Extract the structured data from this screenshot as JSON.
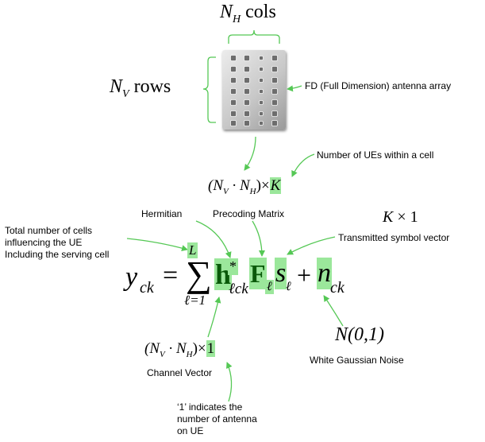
{
  "diagram": {
    "nh_label": {
      "sym": "N",
      "sub": "H",
      "text": "cols"
    },
    "nv_label": {
      "sym": "N",
      "sub": "V",
      "text": "rows"
    },
    "array_label": "FD (Full Dimension) antenna array",
    "ue_label": "Number of UEs within a cell",
    "precoding_dim": {
      "open": "(N",
      "sub1": "V",
      "dot": " · N",
      "sub2": "H",
      "close": ")",
      "times": "×",
      "K": "K"
    },
    "hermitian_label": "Hermitian",
    "precoding_label": "Precoding Matrix",
    "k1": {
      "K": "K",
      "rest": " × 1"
    },
    "transmitted_label": "Transmitted symbol vector",
    "cells_label": [
      "Total number of cells",
      "influencing the UE",
      "Including the serving cell"
    ],
    "equation": {
      "y": "y",
      "y_sub": "ck",
      "eq": "=",
      "sum": "∑",
      "upper": "L",
      "lower": "ℓ=1",
      "h": "h",
      "star": "*",
      "h_sub": "ℓck",
      "F": "F",
      "F_sub": "ℓ",
      "s": "s",
      "s_sub": "ℓ",
      "plus": "+",
      "n": "n",
      "n_sub": "ck"
    },
    "channel_dim": {
      "open": "(N",
      "sub1": "V",
      "dot": " · N",
      "sub2": "H",
      "close": ")",
      "times": "×",
      "one": "1"
    },
    "channel_label": "Channel Vector",
    "noise_dist": "N(0,1)",
    "noise_label": "White Gaussian Noise",
    "antenna_note": [
      "‘1’ indicates the",
      "number of antenna",
      "on UE"
    ],
    "colors": {
      "highlight": "#9be79b",
      "arrow": "#55c855"
    }
  }
}
